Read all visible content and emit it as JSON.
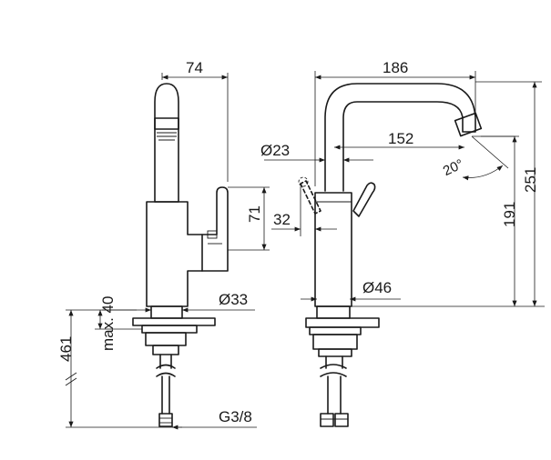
{
  "dimensions": {
    "side_width": "74",
    "front_reach": "186",
    "spout_reach": "152",
    "spout_diameter": "Ø23",
    "spout_angle": "20°",
    "handle_height": "71",
    "handle_offset": "32",
    "base_diameter_side": "Ø33",
    "base_diameter_front": "Ø46",
    "spout_height": "191",
    "total_height": "251",
    "hose_length": "461",
    "max_thickness": "max. 40",
    "thread": "G3/8"
  }
}
